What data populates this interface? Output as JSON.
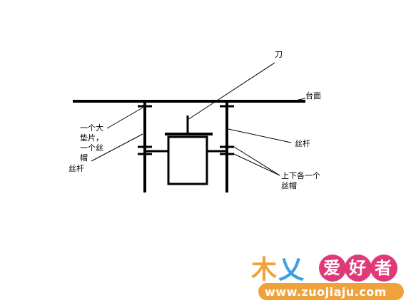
{
  "labels": {
    "blade": "刀",
    "table_surface": "台面",
    "left_washer_line1": "一个大",
    "left_washer_line2": "垫片，",
    "left_washer_line3": "一个丝",
    "left_washer_line4": "帽",
    "left_rod": "丝杆",
    "right_rod": "丝杆",
    "nuts_line1": "上下各一个",
    "nuts_line2": "丝帽"
  },
  "watermark": {
    "brand_chars": [
      "木",
      "乂",
      "爱",
      "好",
      "者"
    ],
    "url": "www.zuojiaju.com",
    "colors": {
      "char1": "#f0a23a",
      "char2": "#3aa0e0",
      "char3": "#e0397a",
      "char4": "#e0397a",
      "char5": "#e0397a",
      "url_bg": "#f0a23a"
    }
  },
  "colors": {
    "stroke": "#000000",
    "background": "#ffffff"
  }
}
